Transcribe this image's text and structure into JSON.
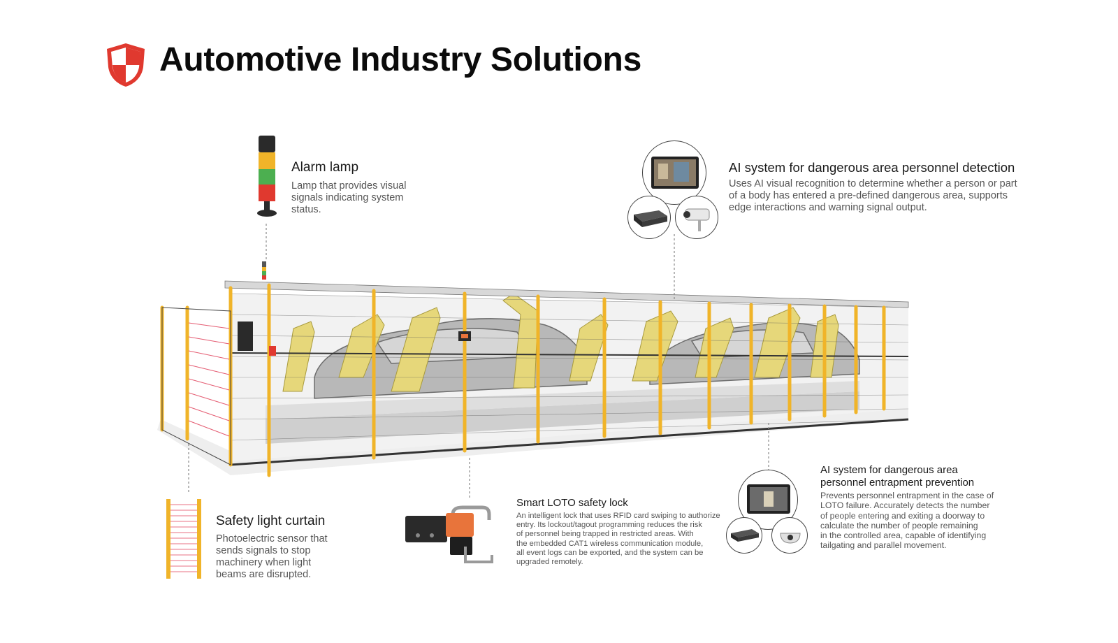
{
  "title": "Automotive Industry Solutions",
  "colors": {
    "accent_red": "#e0392f",
    "fence_yellow": "#f0b429",
    "robot_yellow": "#e6d77a",
    "light_curtain_red": "#e0405a"
  },
  "icons": [
    "shield-logo-icon",
    "alarm-lamp-icon",
    "light-curtain-icon",
    "loto-lock-icon",
    "monitor-icon",
    "edge-box-icon",
    "camera-icon",
    "dome-camera-icon"
  ],
  "callouts": {
    "alarm_lamp": {
      "title": "Alarm lamp",
      "desc": [
        "Lamp that provides visual",
        "signals indicating system",
        "status."
      ]
    },
    "ai_detection": {
      "title": "AI system for dangerous area personnel detection",
      "desc": [
        "Uses AI visual recognition to determine whether a person or part",
        "of a body has entered a pre-defined dangerous area, supports",
        "edge interactions and warning signal output."
      ]
    },
    "light_curtain": {
      "title": "Safety light curtain",
      "desc": [
        "Photoelectric sensor that",
        "sends signals to stop",
        "machinery when light",
        "beams are disrupted."
      ]
    },
    "loto_lock": {
      "title": "Smart LOTO safety lock",
      "desc": [
        "An intelligent lock that uses RFID card swiping to authorize",
        "entry. Its lockout/tagout programming reduces the risk",
        "of personnel being trapped in restricted areas. With",
        "the embedded CAT1 wireless communication module,",
        "all event logs can be exported, and the system can be",
        "upgraded remotely."
      ]
    },
    "ai_entrapment": {
      "title": [
        "AI system for dangerous area",
        "personnel entrapment prevention"
      ],
      "desc": [
        "Prevents personnel entrapment in the case of",
        "LOTO failure. Accurately detects the number",
        "of people entering and exiting a doorway to",
        "calculate the number of people remaining",
        "in the controlled area, capable of identifying",
        "tailgating and parallel movement."
      ]
    }
  }
}
